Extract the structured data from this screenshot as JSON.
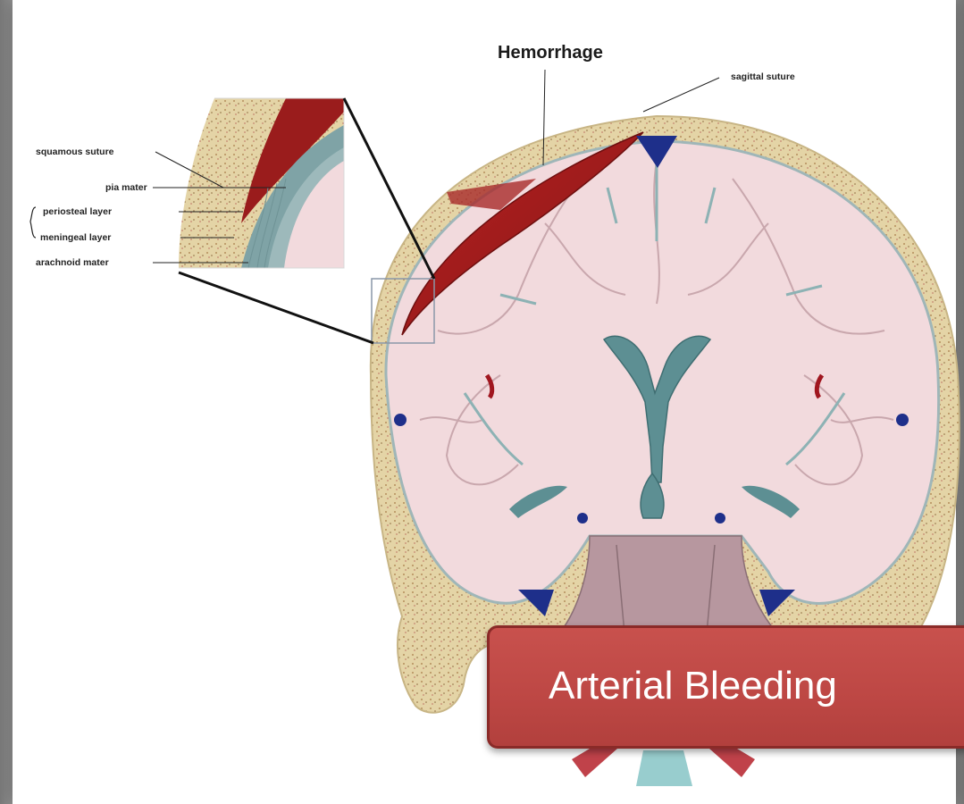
{
  "title": "Hemorrhage",
  "labels": {
    "sagittal_suture": "sagittal suture",
    "squamous_suture": "squamous suture",
    "pia_mater": "pia mater",
    "periosteal_layer": "periosteal layer",
    "meningeal_layer": "meningeal layer",
    "arachnoid_mater": "arachnoid mater"
  },
  "banner": "Arterial Bleeding",
  "colors": {
    "bone": "#e6d8b0",
    "brain": "#f3dcdf",
    "hemorrhage": "#9e1c1c",
    "ventricle": "#5f8f93",
    "banner": "#c0504d"
  }
}
